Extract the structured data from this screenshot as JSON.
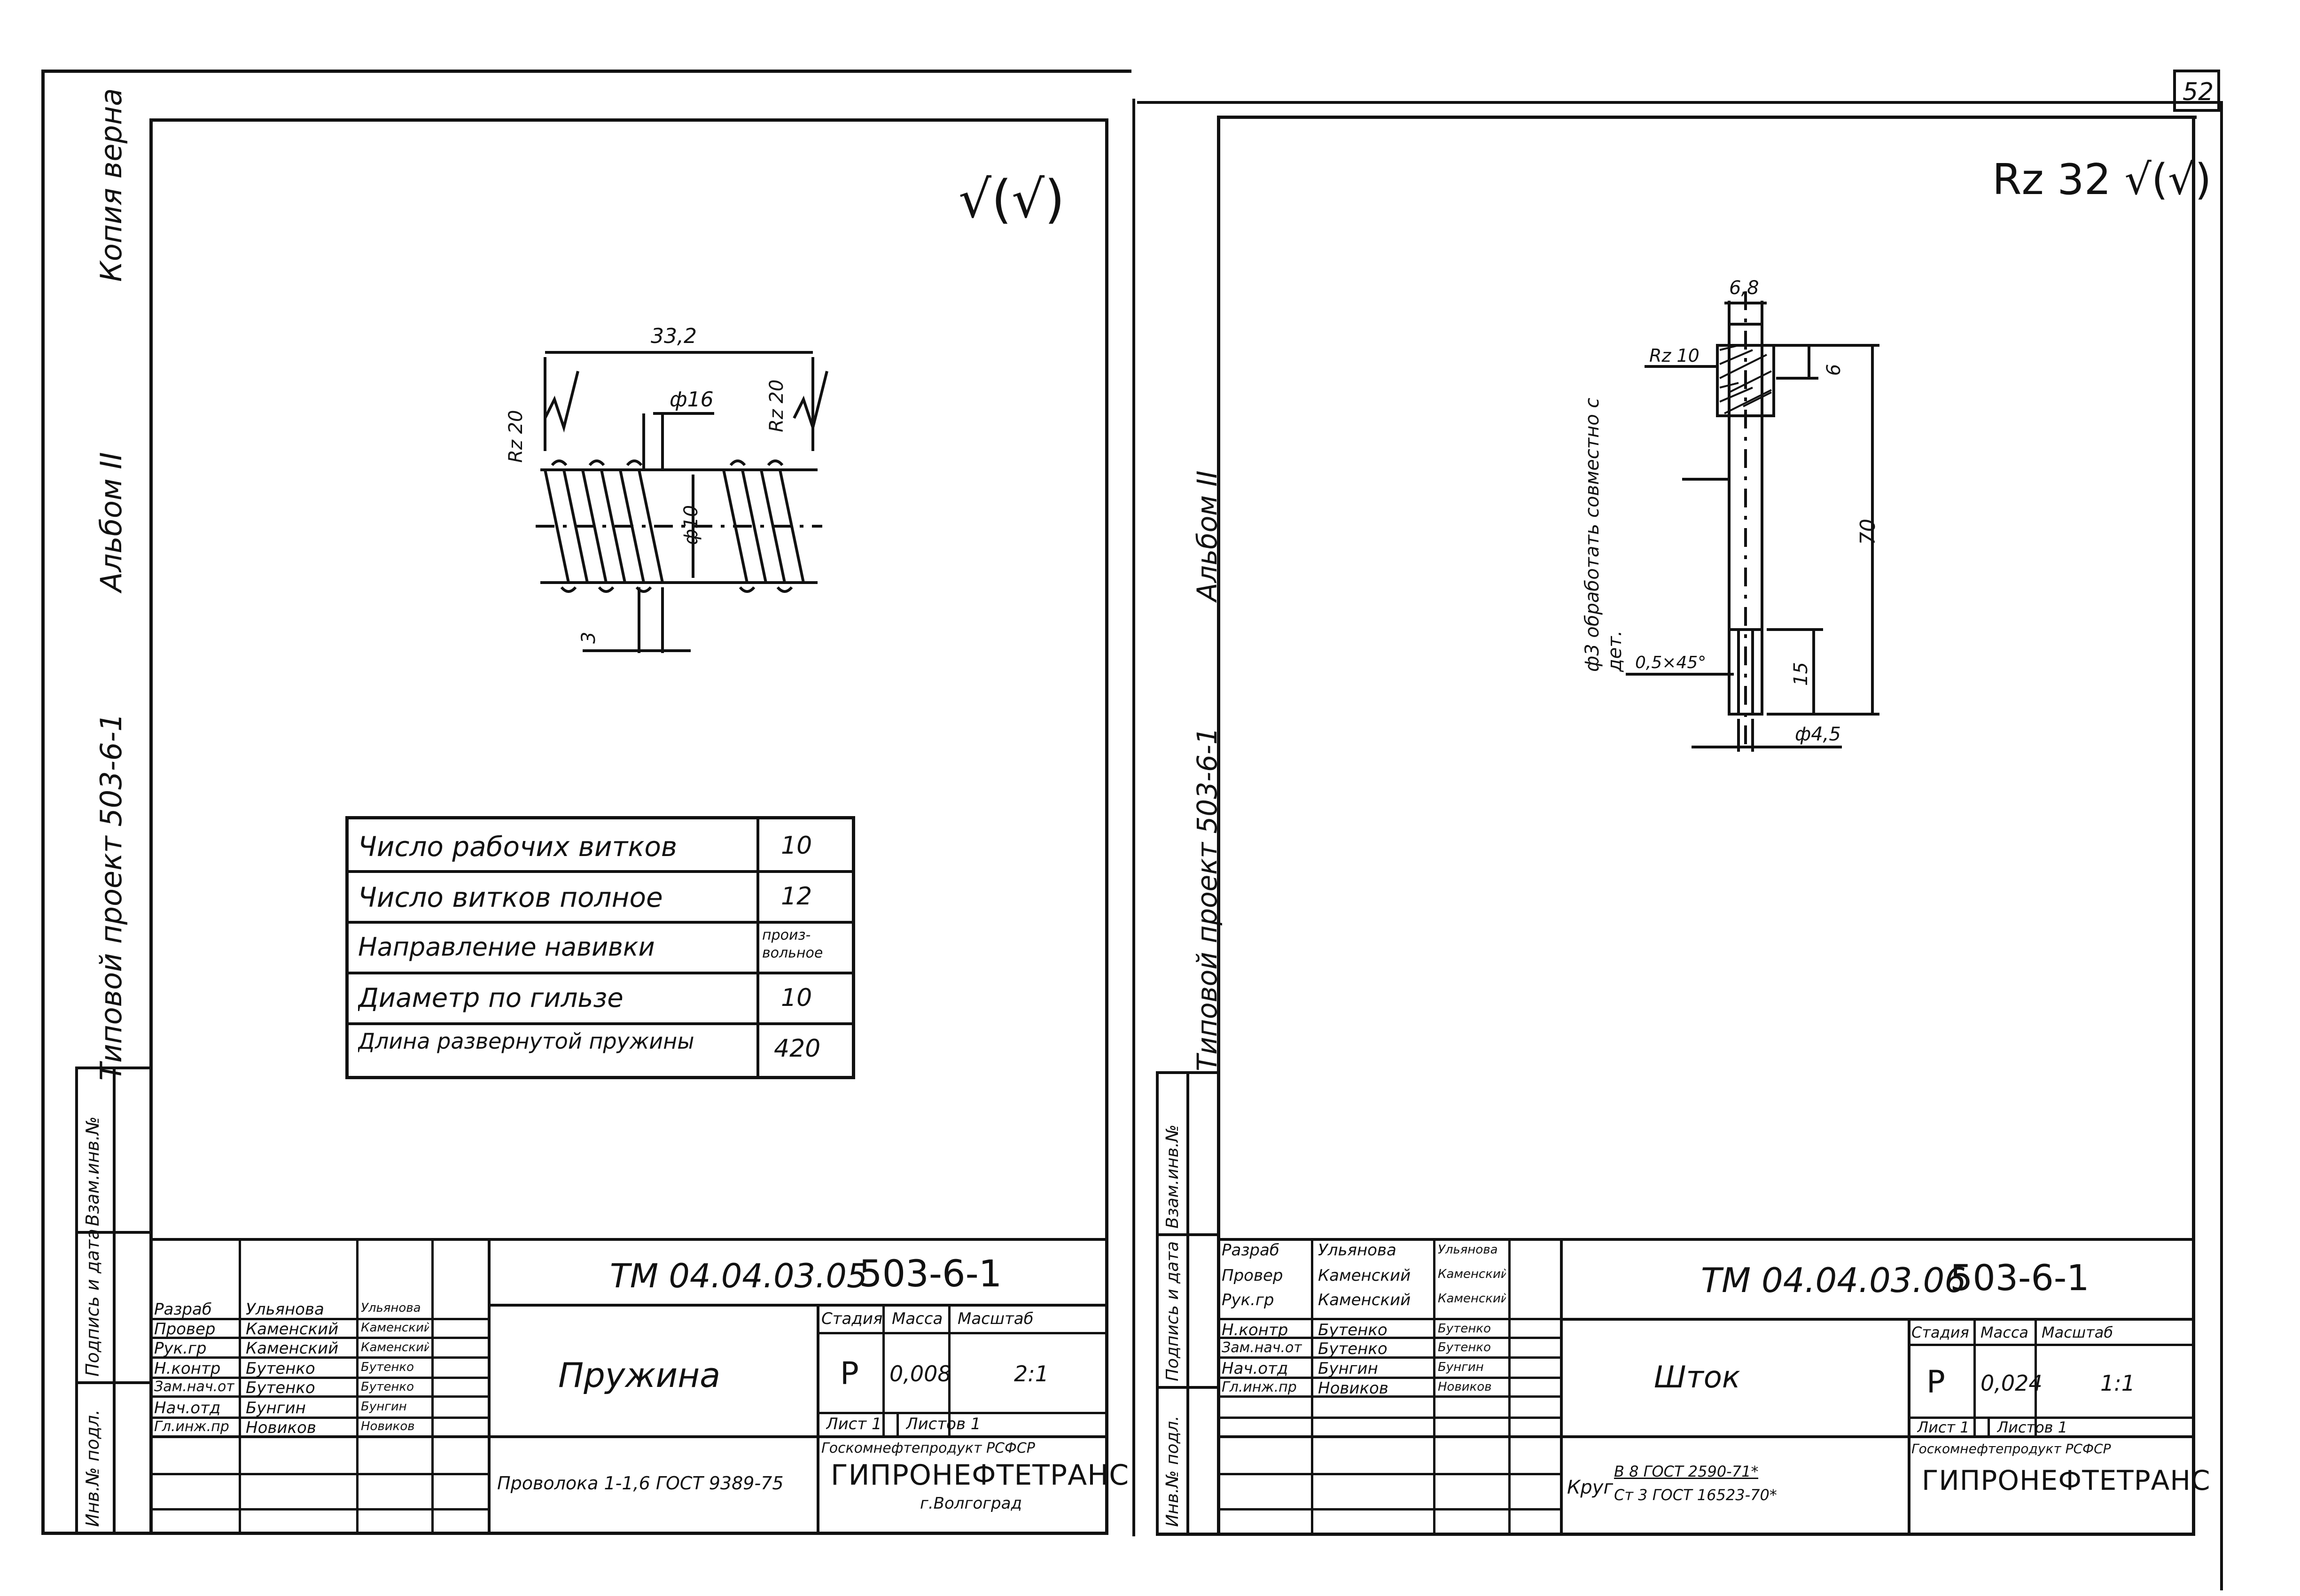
{
  "page_number": "52",
  "left_sheet": {
    "roughness_mark": "√(√)",
    "side_copy": "Копия верна",
    "side_album": "Альбом II",
    "side_project": "Типовой проект 503-6-1",
    "dims": {
      "length": "33,2",
      "outer_d": "ф16",
      "inner_d": "ф10",
      "wire": "3",
      "rz_left": "Rz 20",
      "rz_right": "Rz 20"
    },
    "spec_table": [
      {
        "label": "Число рабочих витков",
        "value": "10"
      },
      {
        "label": "Число витков полное",
        "value": "12"
      },
      {
        "label": "Направление навивки",
        "value": "произ-вольное"
      },
      {
        "label": "Диаметр по гильзе",
        "value": "10"
      },
      {
        "label": "Длина развернутой пружины",
        "value": "420"
      }
    ],
    "side_stamp": [
      "Инв.№ подл.",
      "Подпись и дата",
      "Взам.инв.№"
    ],
    "title_block": {
      "roles": [
        "Разраб",
        "Провер",
        "Рук.гр",
        "Н.контр",
        "Зам.нач.от",
        "Нач.отд",
        "Гл.инж.пр"
      ],
      "names": [
        "Ульянова",
        "Каменский",
        "Каменский",
        "Бутенко",
        "Бутенко",
        "Бунгин",
        "Новиков"
      ],
      "signatures": [
        "Ульянова",
        "Каменский",
        "Каменский",
        "Бутенко",
        "Бутенко",
        "Бунгин",
        "Новиков"
      ],
      "code": "ТМ 04.04.03.05",
      "project": "503-6-1",
      "name": "Пружина",
      "material": "Проволока 1-1,6 ГОСТ 9389-75",
      "hdr_stage": "Стадия",
      "hdr_mass": "Масса",
      "hdr_scale": "Масштаб",
      "stage": "Р",
      "mass": "0,008",
      "scale": "2:1",
      "sheet": "Лист 1",
      "sheets": "Листов 1",
      "org_top": "Госкомнефтепродукт РСФСР",
      "org": "ГИПРОНЕФТЕТРАНС",
      "city": "г.Волгоград"
    }
  },
  "right_sheet": {
    "roughness_mark": "Rz 32 √(√)",
    "side_album": "Альбом II",
    "side_project": "Типовой проект 503-6-1",
    "dims": {
      "width": "6,8",
      "rz": "Rz 10",
      "hole": "6",
      "length": "70",
      "end": "15",
      "shaft_d": "ф4,5",
      "chamfer": "0,5×45°",
      "hole_note": "ф3 обработать совместно с дет."
    },
    "side_stamp": [
      "Инв.№ подл.",
      "Подпись и дата",
      "Взам.инв.№"
    ],
    "title_block": {
      "roles": [
        "Разраб",
        "Провер",
        "Рук.гр",
        "Н.контр",
        "Зам.нач.от",
        "Нач.отд",
        "Гл.инж.пр"
      ],
      "names": [
        "Ульянова",
        "Каменский",
        "Каменский",
        "Бутенко",
        "Бутенко",
        "Бунгин",
        "Новиков"
      ],
      "signatures": [
        "Ульянова",
        "Каменский",
        "Каменский",
        "Бутенко",
        "Бутенко",
        "Бунгин",
        "Новиков"
      ],
      "code": "ТМ 04.04.03.06",
      "project": "503-6-1",
      "name": "Шток",
      "material_prefix": "Круг",
      "material_top": "В 8 ГОСТ 2590-71*",
      "material_bottom": "Ст 3 ГОСТ 16523-70*",
      "hdr_stage": "Стадия",
      "hdr_mass": "Масса",
      "hdr_scale": "Масштаб",
      "stage": "Р",
      "mass": "0,024",
      "scale": "1:1",
      "sheet": "Лист 1",
      "sheets": "Листов 1",
      "org_top": "Госкомнефтепродукт РСФСР",
      "org": "ГИПРОНЕФТЕТРАНС"
    }
  }
}
